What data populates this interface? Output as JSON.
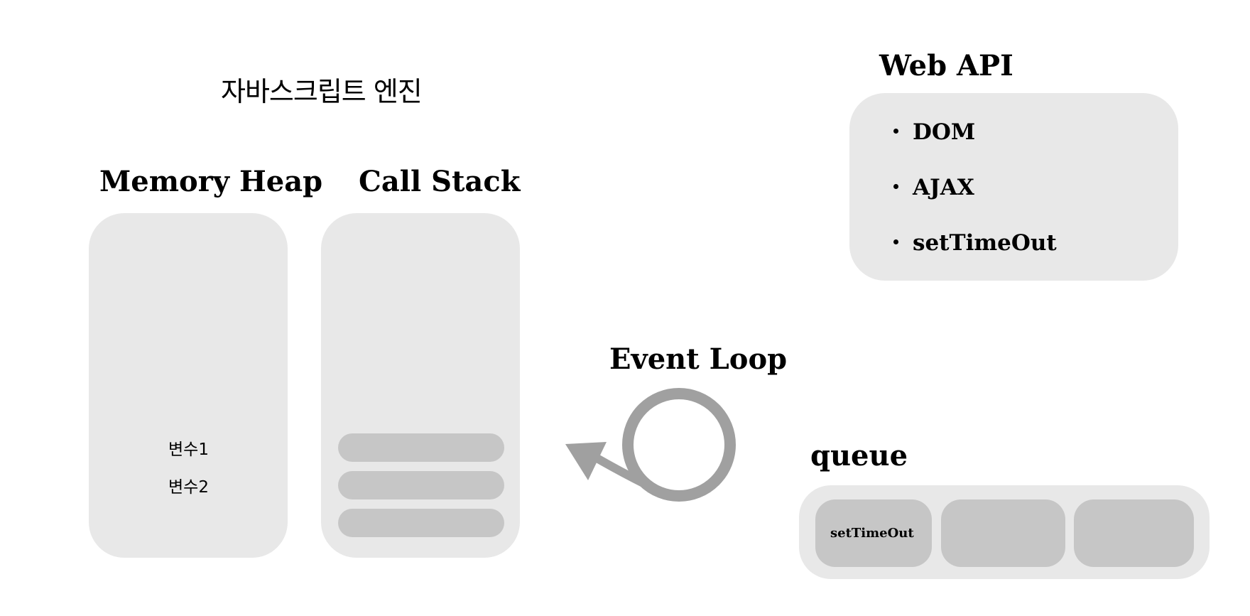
{
  "engine": {
    "title": "자바스크립트 엔진",
    "memory_heap": {
      "title": "Memory Heap",
      "variables": [
        "변수1",
        "변수2"
      ]
    },
    "call_stack": {
      "title": "Call Stack",
      "slots": 3
    }
  },
  "event_loop": {
    "title": "Event Loop"
  },
  "web_api": {
    "title": "Web API",
    "items": [
      "DOM",
      "AJAX",
      "setTimeOut"
    ]
  },
  "queue": {
    "title": "queue",
    "items": [
      "setTimeOut",
      "",
      ""
    ]
  },
  "colors": {
    "panel": "#e8e8e8",
    "slot": "#c6c6c6",
    "loop": "#a0a0a0"
  }
}
